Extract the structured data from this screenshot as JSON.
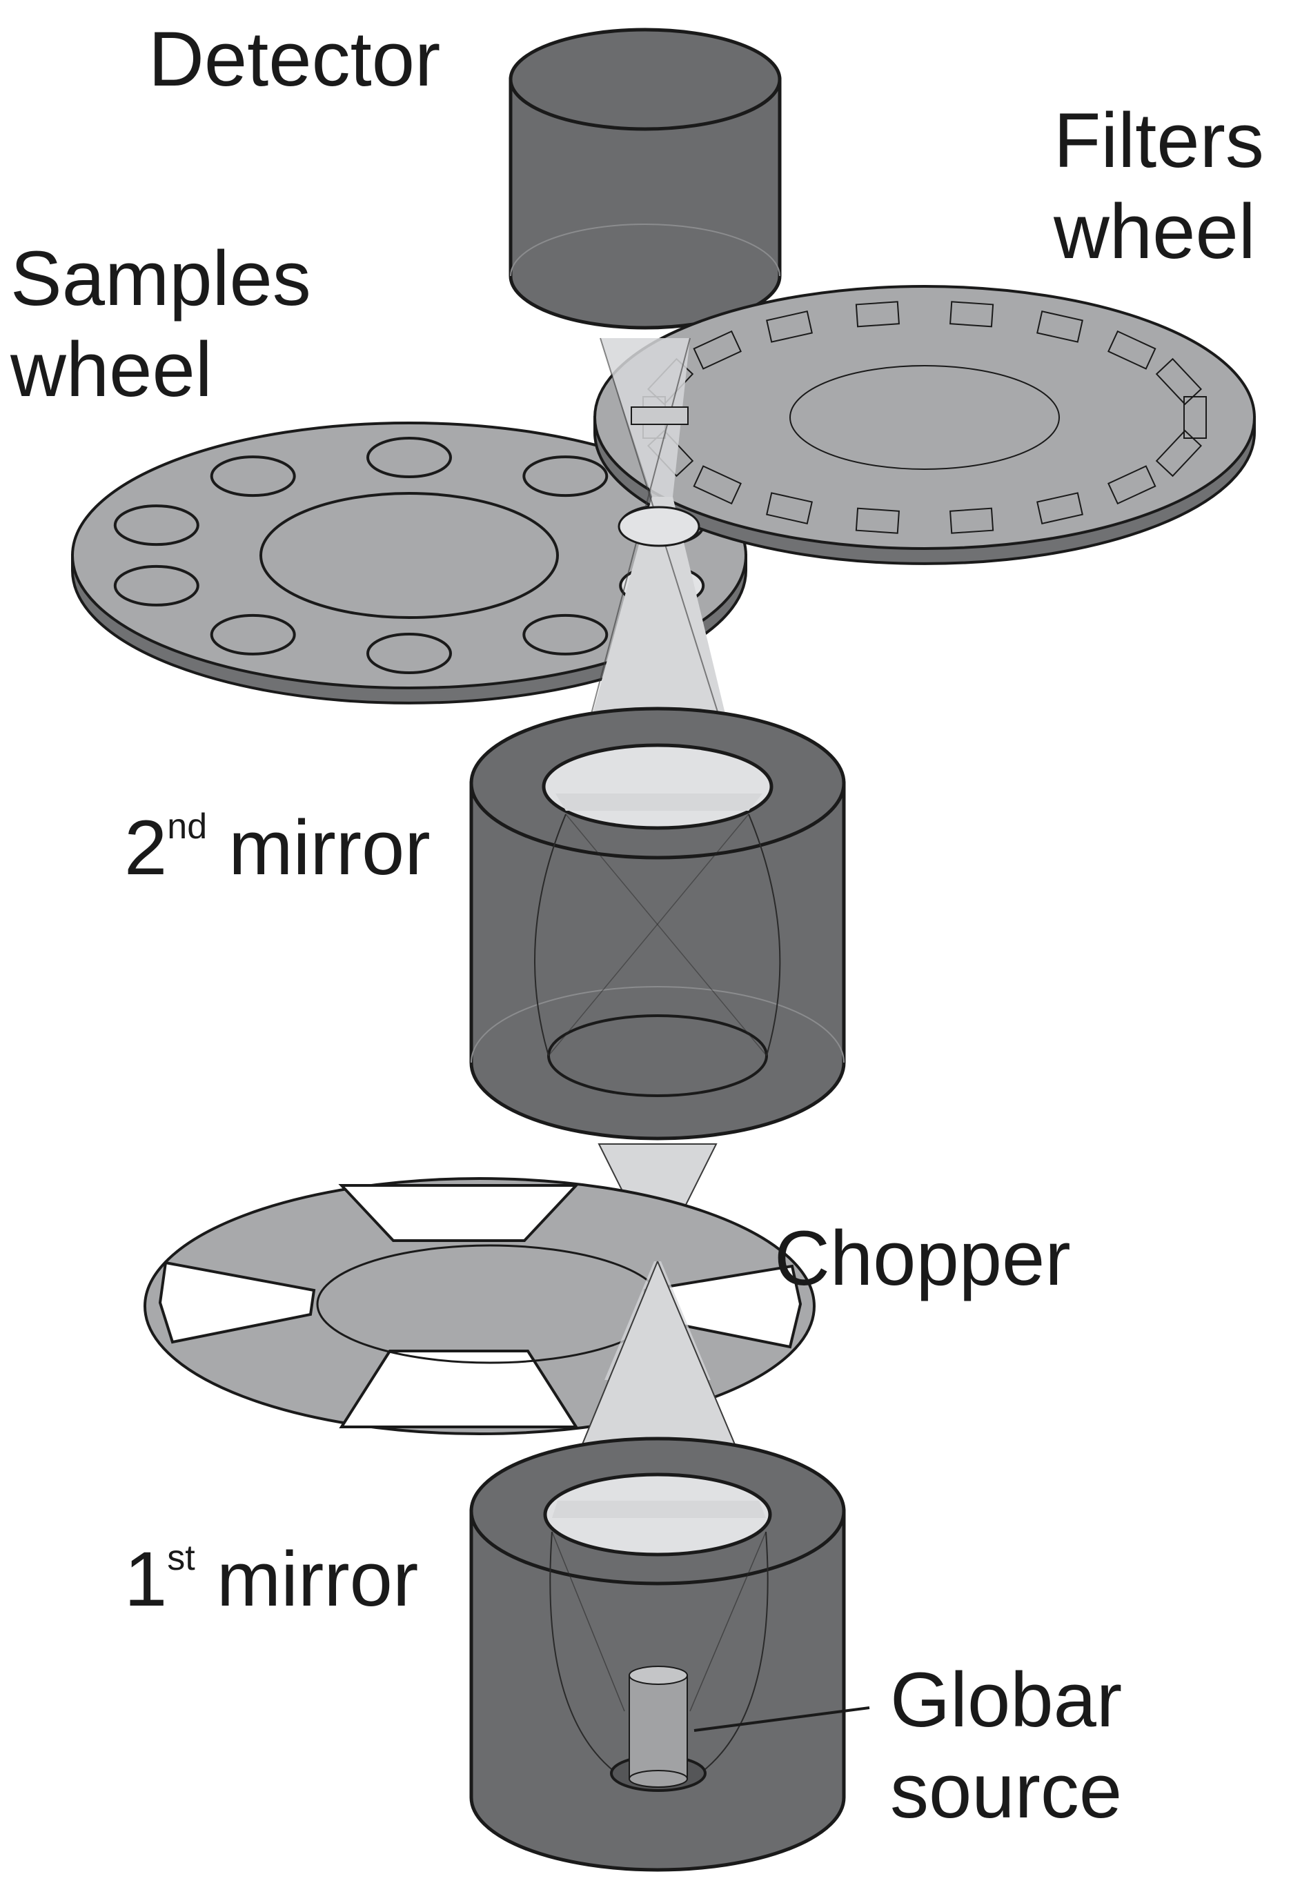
{
  "labels": {
    "detector": "Detector",
    "filters_wheel": [
      "Filters",
      "wheel"
    ],
    "samples_wheel": [
      "Samples",
      "wheel"
    ],
    "second_mirror": {
      "number": "2",
      "ordinal": "nd",
      "text": "mirror"
    },
    "chopper": "Chopper",
    "first_mirror": {
      "number": "1",
      "ordinal": "st",
      "text": "mirror"
    },
    "globar_source": [
      "Globar",
      "source"
    ]
  },
  "colors": {
    "dark_body": "#6b6c6e",
    "wheel_face": "#a8a9ab",
    "wheel_rim": "#707173",
    "beam": "#d6d7d9",
    "outline": "#1a1a1a",
    "background": "#ffffff"
  },
  "wheels": {
    "samples_hole_count": 10,
    "filters_window_count": 18,
    "chopper_blade_count": 4
  }
}
